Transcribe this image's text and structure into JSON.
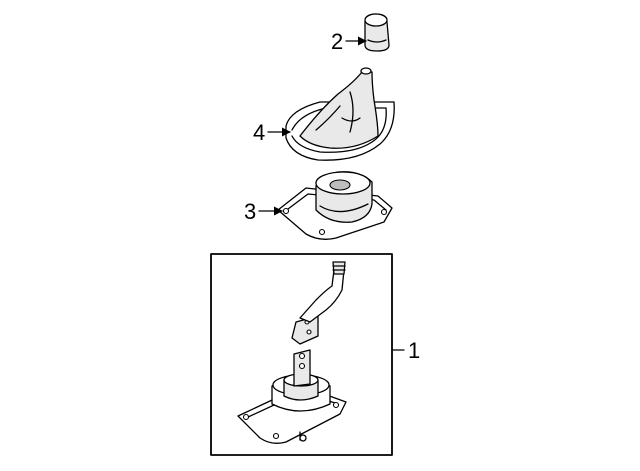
{
  "callouts": [
    {
      "id": "1",
      "label": "1"
    },
    {
      "id": "2",
      "label": "2"
    },
    {
      "id": "3",
      "label": "3"
    },
    {
      "id": "4",
      "label": "4"
    }
  ],
  "parts": [
    "shift-knob",
    "shift-boot",
    "lever-mount",
    "shifter-assembly"
  ]
}
